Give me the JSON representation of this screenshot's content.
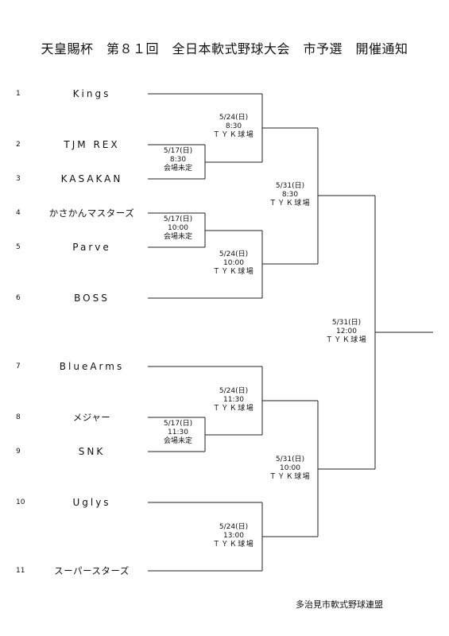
{
  "title": "天皇賜杯　第８１回　全日本軟式野球大会　市予選　開催通知",
  "teams": [
    {
      "seed": "1",
      "name": "Kings"
    },
    {
      "seed": "2",
      "name": "TJM REX"
    },
    {
      "seed": "3",
      "name": "KASAKAN"
    },
    {
      "seed": "4",
      "name": "かさかんマスターズ"
    },
    {
      "seed": "5",
      "name": "Parve"
    },
    {
      "seed": "6",
      "name": "BOSS"
    },
    {
      "seed": "7",
      "name": "BlueArms"
    },
    {
      "seed": "8",
      "name": "メジャー"
    },
    {
      "seed": "9",
      "name": "SNK"
    },
    {
      "seed": "10",
      "name": "Uglys"
    },
    {
      "seed": "11",
      "name": "スーパースターズ"
    }
  ],
  "matches": {
    "m1": {
      "date": "5/17(日)",
      "time": "8:30",
      "venue": "会場未定"
    },
    "m2": {
      "date": "5/17(日)",
      "time": "10:00",
      "venue": "会場未定"
    },
    "m3": {
      "date": "5/17(日)",
      "time": "11:30",
      "venue": "会場未定"
    },
    "m4": {
      "date": "5/24(日)",
      "time": "8:30",
      "venue": "ＴＹＫ球場"
    },
    "m5": {
      "date": "5/24(日)",
      "time": "10:00",
      "venue": "ＴＹＫ球場"
    },
    "m6": {
      "date": "5/24(日)",
      "time": "11:30",
      "venue": "ＴＹＫ球場"
    },
    "m7": {
      "date": "5/24(日)",
      "time": "13:00",
      "venue": "ＴＹＫ球場"
    },
    "m8": {
      "date": "5/31(日)",
      "time": "8:30",
      "venue": "ＴＹＫ球場"
    },
    "m9": {
      "date": "5/31(日)",
      "time": "10:00",
      "venue": "ＴＹＫ球場"
    },
    "m10": {
      "date": "5/31(日)",
      "time": "12:00",
      "venue": "ＴＹＫ球場"
    }
  },
  "footer": "多治見市軟式野球連盟"
}
